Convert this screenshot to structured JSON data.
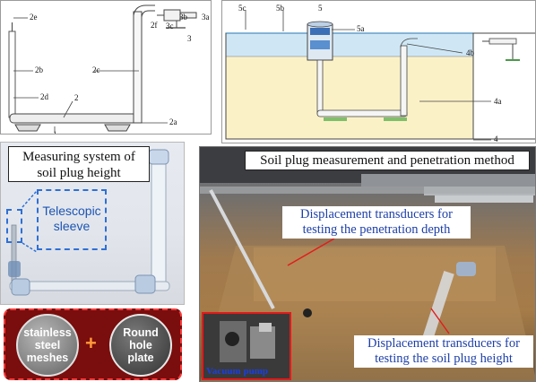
{
  "schematic": {
    "labels": [
      "2e",
      "2f",
      "3b",
      "3a",
      "3c",
      "3",
      "2b",
      "2c",
      "2d",
      "2",
      "2a",
      "1"
    ]
  },
  "tank": {
    "labels": [
      "5c",
      "5b",
      "5",
      "5a",
      "4b",
      "4a",
      "4"
    ]
  },
  "photo_left": {
    "caption_line1": "Measuring system of",
    "caption_line2": "soil plug height",
    "telescopic_line1": "Telescopic",
    "telescopic_line2": "sleeve"
  },
  "meshes": {
    "mesh_line1": "stainless",
    "mesh_line2": "steel",
    "mesh_line3": "meshes",
    "plus": "+",
    "plate_line1": "Round",
    "plate_line2": "hole",
    "plate_line3": "plate"
  },
  "photo_right": {
    "caption": "Soil plug measurement and penetration method",
    "penetration_line1": "Displacement transducers for",
    "penetration_line2": "testing the penetration depth",
    "plug_line1": "Displacement transducers for",
    "plug_line2": "testing the soil plug height",
    "vacuum_label": "Vacuum pump"
  },
  "colors": {
    "water": "#cfe7f5",
    "sand": "#fbf1c7",
    "label_blue": "#1d3fa8",
    "dashed_red": "#ff3b3b",
    "dashed_blue": "#2f6fd6"
  }
}
